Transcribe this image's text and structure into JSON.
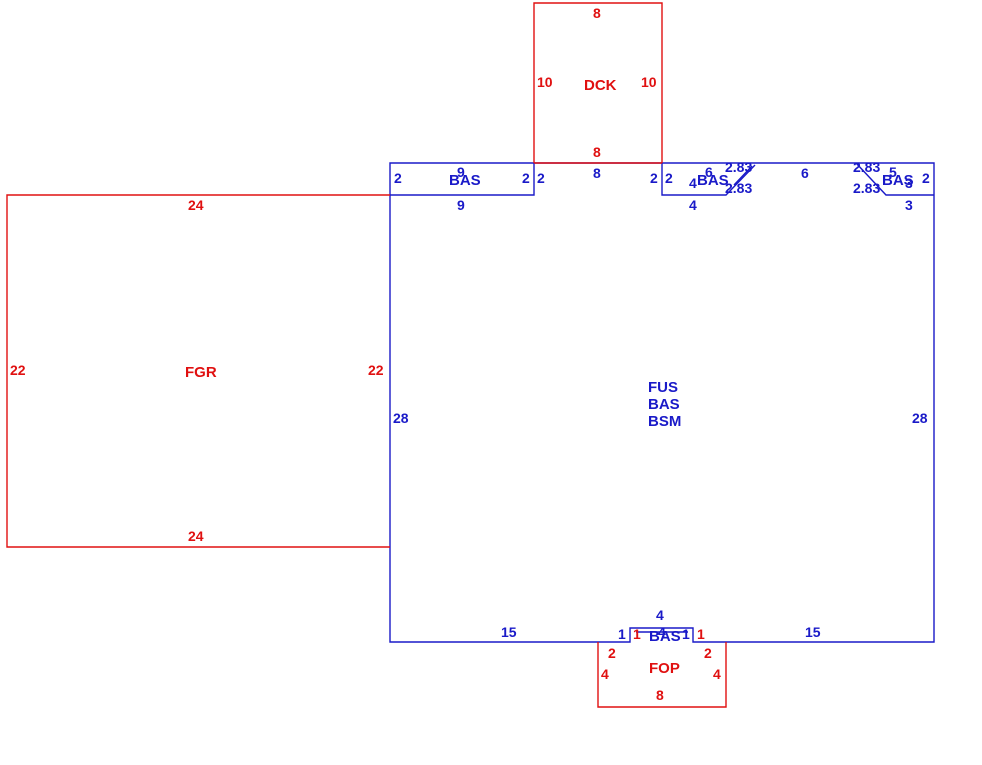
{
  "colors": {
    "main": "#1a1ac8",
    "addition": "#e01010",
    "background": "#ffffff"
  },
  "areas": {
    "main": {
      "lines": [
        "FUS",
        "BAS",
        "BSM"
      ]
    },
    "deck": "DCK",
    "garage": "FGR",
    "porch": "FOP",
    "bump_left": "BAS",
    "bump_mid": "BAS",
    "bump_right": "BAS",
    "bump_front": "BAS"
  },
  "dimensions": {
    "main_left": "28",
    "main_right": "28",
    "main_bottom_left": "15",
    "main_bottom_right": "15",
    "main_top_center": "8",
    "main_top_mid": "6",
    "deck_top": "8",
    "deck_bottom": "8",
    "deck_left": "10",
    "deck_right": "10",
    "garage_top": "24",
    "garage_bottom": "24",
    "garage_left": "22",
    "garage_right": "22",
    "bump_left_top": "9",
    "bump_left_bottom": "9",
    "bump_left_side_l": "2",
    "bump_left_side_r": "2",
    "bump_mid_side_l": "2",
    "bump_mid_side_r": "2",
    "bump_mid_top": "6",
    "bump_mid_inner": "4",
    "bump_mid_bottom": "4",
    "bump_mid_diag_top": "2.83",
    "bump_mid_diag_bottom": "2.83",
    "bump_right_diag_top": "2.83",
    "bump_right_diag_bottom": "2.83",
    "bump_right_top": "5",
    "bump_right_inner": "3",
    "bump_right_bottom": "3",
    "bump_right_side": "2",
    "bump_front_top": "4",
    "bump_front_inner": "4",
    "bump_front_left": "1",
    "bump_front_right": "1",
    "bump_front_left_red": "1",
    "bump_front_right_red": "1",
    "porch_left_upper": "2",
    "porch_right_upper": "2",
    "porch_left": "4",
    "porch_right": "4",
    "porch_bottom": "8"
  }
}
